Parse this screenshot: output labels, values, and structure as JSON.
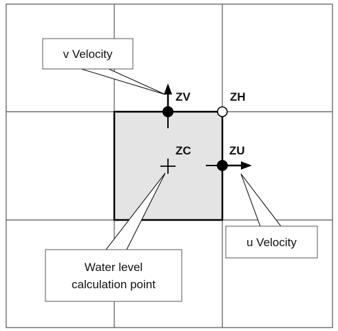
{
  "labels": {
    "v_velocity": "v Velocity",
    "u_velocity": "u Velocity",
    "water_level_line1": "Water level",
    "water_level_line2": "calculation point"
  },
  "nodes": {
    "zv": "ZV",
    "zh": "ZH",
    "zc": "ZC",
    "zu": "ZU"
  },
  "colors": {
    "cell_fill": "#e4e4e4",
    "line": "#000000",
    "grid": "#555555",
    "background": "#ffffff"
  }
}
